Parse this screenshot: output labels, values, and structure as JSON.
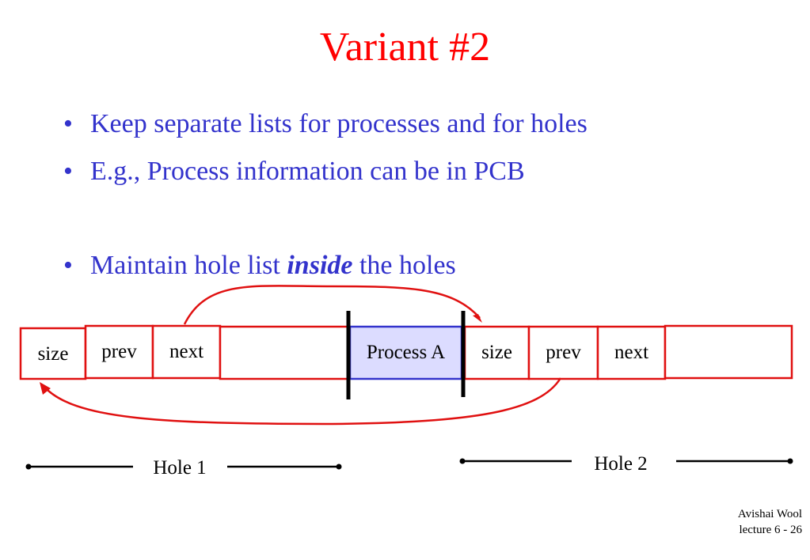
{
  "slide": {
    "title": "Variant #2",
    "bullets": [
      {
        "text": "Keep separate lists for processes and for holes"
      },
      {
        "text": "E.g., Process information can be in PCB"
      },
      {
        "before": "Maintain hole list ",
        "emphasis": "inside",
        "after": " the holes"
      }
    ],
    "bullet_marker": "•"
  },
  "memory": {
    "cells": [
      {
        "label": "size"
      },
      {
        "label": "prev"
      },
      {
        "label": "next"
      },
      {
        "label": ""
      },
      {
        "label": "Process A"
      },
      {
        "label": "size"
      },
      {
        "label": "prev"
      },
      {
        "label": "next"
      },
      {
        "label": ""
      }
    ],
    "holes": [
      {
        "label": "Hole 1"
      },
      {
        "label": "Hole 2"
      }
    ]
  },
  "footer": {
    "author": "Avishai Wool",
    "lecture": "lecture 6  - 26"
  },
  "colors": {
    "title": "#ff0000",
    "bullet_text": "#3333cc",
    "cell_border": "#e01010",
    "process_fill": "#dcdcff",
    "process_border": "#3333cc",
    "arrow": "#e01010",
    "divider": "#000000",
    "hole_line": "#000000"
  }
}
